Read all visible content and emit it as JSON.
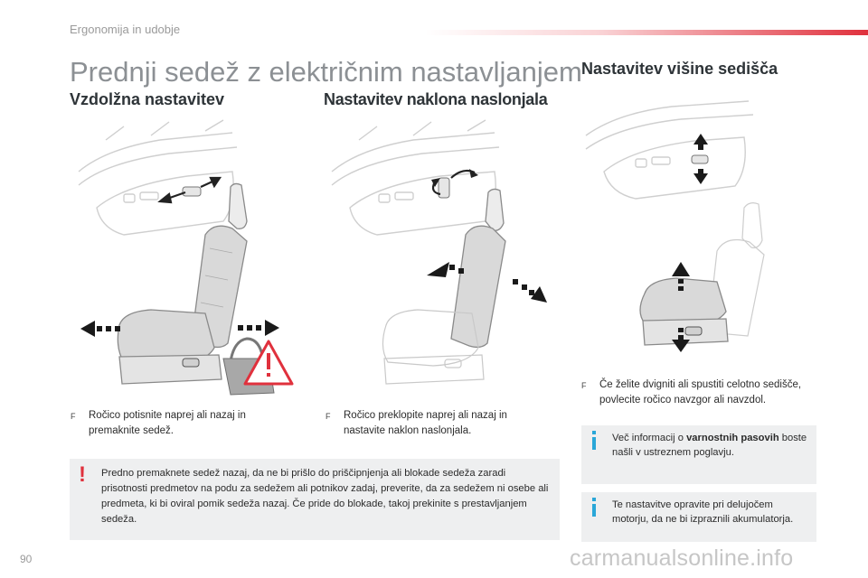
{
  "header": {
    "section": "Ergonomija in udobje"
  },
  "page_title": "Prednji sedež z električnim nastavljanjem",
  "sections": [
    {
      "title": "Vzdolžna nastavitev",
      "bullet": "Ročico potisnite naprej ali nazaj in premaknite sedež."
    },
    {
      "title": "Nastavitev naklona naslonjala",
      "bullet": "Ročico preklopite naprej ali nazaj in nastavite naklon naslonjala."
    },
    {
      "title": "Nastavitev višine sedišča",
      "bullet": "Če želite dvigniti ali spustiti celotno sedišče, povlecite ročico navzgor ali navzdol."
    }
  ],
  "bullet_marker": "F",
  "warning": {
    "mark": "!",
    "text": "Predno premaknete sedež nazaj, da ne bi prišlo do priščipnjenja ali blokade sedeža zaradi prisotnosti predmetov na podu za sedežem ali potnikov zadaj, preverite, da za sedežem ni osebe ali predmeta, ki bi oviral pomik sedeža nazaj. Če pride do blokade, takoj prekinite s prestavljanjem sedeža."
  },
  "info_boxes": [
    {
      "before": "Več informacij o ",
      "bold": "varnostnih pasovih",
      "after": " boste našli v ustreznem poglavju."
    },
    {
      "text": "Te nastavitve opravite pri delujočem motorju, da ne bi izpraznili akumulatorja."
    }
  ],
  "page_number": "90",
  "watermark": "carmanualsonline.info",
  "colors": {
    "accent_red": "#e0313d",
    "info_blue": "#2aa7d8",
    "box_gray": "#eeeff0",
    "title_gray": "#8c9094"
  }
}
